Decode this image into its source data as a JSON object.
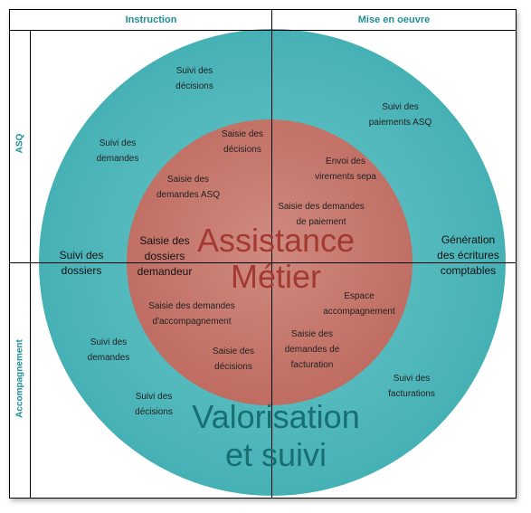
{
  "headers": {
    "col1": "Instruction",
    "col2": "Mise en oeuvre",
    "row1": "ASQ",
    "row2": "Accompagnement"
  },
  "center": {
    "title": "Assistance\nMétier",
    "bottom_title": "Valorisation\net suivi"
  },
  "outer": {
    "suivi_decisions_top": "Suivi des\ndécisions",
    "suivi_paiements": "Suivi des\npaiements ASQ",
    "suivi_demandes_asq": "Suivi des\ndemandes",
    "suivi_dossiers": "Suivi des\ndossiers",
    "generation": "Génération\ndes écritures\ncomptables",
    "suivi_demandes_acc": "Suivi des\ndemandes",
    "suivi_decisions_bottom": "Suivi des\ndécisions",
    "suivi_facturations": "Suivi des\nfacturations"
  },
  "inner": {
    "saisie_decisions_top": "Saisie des\ndécisions",
    "saisie_demandes_asq": "Saisie des\ndemandes ASQ",
    "envoi_virements": "Envoi des\nvirements sepa",
    "saisie_demandes_paiement": "Saisie des demandes\nde paiement",
    "saisie_dossiers": "Saisie des\ndossiers\ndemandeur",
    "espace_accompagnement": "Espace\naccompagnement",
    "saisie_demandes_acc": "Saisie des demandes\nd'accompagnement",
    "saisie_demandes_facturation": "Saisie des\ndemandes de\nfacturation",
    "saisie_decisions_bottom": "Saisie des\ndécisions"
  },
  "colors": {
    "outer_ring": "#4db6b9",
    "inner_circle": "#c8776c",
    "grid": "#000000",
    "header_text": "#1f8f96"
  }
}
